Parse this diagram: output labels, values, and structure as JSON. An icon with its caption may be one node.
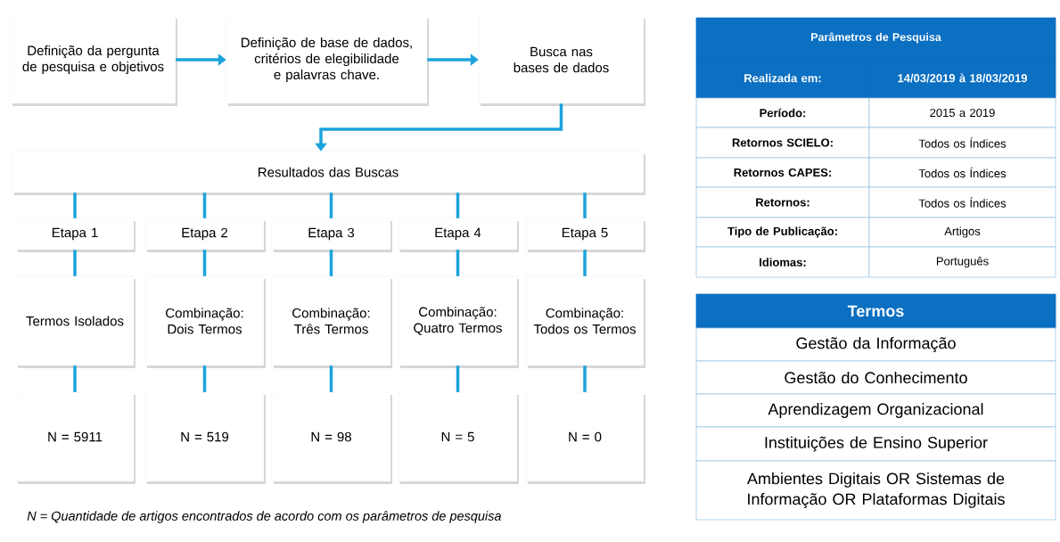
{
  "diagram": {
    "nodes": [
      {
        "text": [
          "Definição da pergunta de pesquisa e objetivos"
        ]
      },
      {
        "text": [
          "Definição de base de dados, critérios de elegibilidade e palavras chave."
        ]
      },
      {
        "text": [
          "Busca nas bases de dados"
        ]
      },
      {
        "text": [
          "Resultados das Buscas"
        ]
      },
      {
        "text": [
          "Etapa 1"
        ]
      },
      {
        "text": [
          "Etapa 2"
        ]
      },
      {
        "text": [
          "Etapa 3"
        ]
      },
      {
        "text": [
          "Etapa 4"
        ]
      },
      {
        "text": [
          "Etapa 5"
        ]
      },
      {
        "text": [
          "Termos Isolados"
        ]
      },
      {
        "text": [
          "Combinação: Dois Termos"
        ]
      },
      {
        "text": [
          "Combinação: Três Termos"
        ]
      },
      {
        "text": [
          "Combinação: Quatro Termos"
        ]
      },
      {
        "text": [
          "Combinação: Todos os Termos"
        ]
      },
      {
        "text": [
          "N = 5911"
        ]
      },
      {
        "text": [
          "N = 519"
        ]
      },
      {
        "text": [
          "N = 98"
        ]
      },
      {
        "text": [
          "N = 5"
        ]
      },
      {
        "text": [
          "N = 0"
        ]
      }
    ],
    "edges": [
      {
        "from": 0,
        "to": 1,
        "arrow": "to"
      },
      {
        "from": 1,
        "to": 2,
        "arrow": "to"
      },
      {
        "from": 2,
        "to": 3,
        "arrow": "to"
      },
      {
        "from": 3,
        "to": 4,
        "arrow": "none"
      },
      {
        "from": 3,
        "to": 5,
        "arrow": "none"
      },
      {
        "from": 3,
        "to": 6,
        "arrow": "none"
      },
      {
        "from": 3,
        "to": 7,
        "arrow": "none"
      },
      {
        "from": 3,
        "to": 8,
        "arrow": "none"
      },
      {
        "from": 4,
        "to": 9,
        "arrow": "none"
      },
      {
        "from": 5,
        "to": 10,
        "arrow": "none"
      },
      {
        "from": 6,
        "to": 11,
        "arrow": "none"
      },
      {
        "from": 7,
        "to": 12,
        "arrow": "none"
      },
      {
        "from": 8,
        "to": 13,
        "arrow": "none"
      },
      {
        "from": 9,
        "to": 14,
        "arrow": "none"
      },
      {
        "from": 10,
        "to": 15,
        "arrow": "none"
      },
      {
        "from": 11,
        "to": 16,
        "arrow": "none"
      },
      {
        "from": 12,
        "to": 17,
        "arrow": "none"
      },
      {
        "from": 13,
        "to": 18,
        "arrow": "none"
      }
    ],
    "labels": [
      "Parâmetros de Pesquisa",
      "Realizada em:",
      "14/03/2019 à 18/03/2019",
      "Período:",
      "2015 a 2019",
      "Retornos SCIELO:",
      "Todos os Índices",
      "Retornos CAPES:",
      "Todos os Índices",
      "Retornos:",
      "Todos os Índices",
      "Tipo de Publicação:",
      "Artigos",
      "Idiomas:",
      "Português",
      "Termos",
      "Gestão da Informação",
      "Gestão do Conhecimento",
      "Aprendizagem Organizacional",
      "Instituições de Ensino Superior",
      "Ambientes Digitais OR Sistemas de Informação OR Plataformas Digitais",
      "N = Quantidade de artigos encontrados de acordo com os parâmetros de pesquisa"
    ]
  }
}
